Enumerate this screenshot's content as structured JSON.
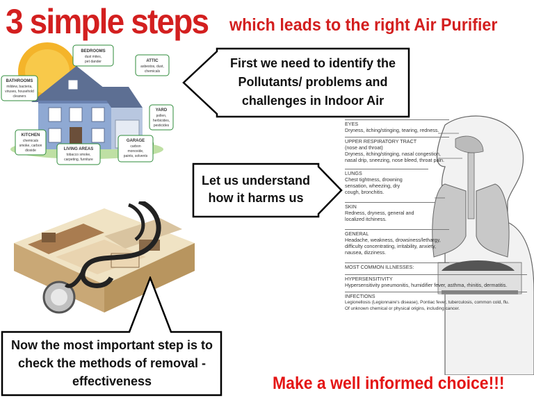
{
  "title": {
    "main": "3 simple steps",
    "sub": "which leads to the right Air Purifier"
  },
  "callouts": {
    "step1": [
      "First we need to identify the",
      "Pollutants/ problems and",
      "challenges in Indoor Air"
    ],
    "step2": [
      "Let us understand",
      "how it harms us"
    ],
    "step3": [
      "Now the most important step is to",
      "check the methods of removal -",
      "effectiveness"
    ]
  },
  "house_labels": {
    "bedrooms": {
      "title": "BEDROOMS",
      "lines": [
        "dust mites,",
        "pet dander"
      ]
    },
    "attic": {
      "title": "ATTIC",
      "lines": [
        "asbestos, dust,",
        "chemicals"
      ]
    },
    "bathrooms": {
      "title": "BATHROOMS",
      "lines": [
        "mildew, bacteria,",
        "viruses, household",
        "cleaners"
      ]
    },
    "yard": {
      "title": "YARD",
      "lines": [
        "pollen,",
        "herbicides,",
        "pesticides"
      ]
    },
    "kitchen": {
      "title": "KITCHEN",
      "lines": [
        "chemicals",
        "smoke, carbon",
        "dioxide"
      ]
    },
    "living": {
      "title": "LIVING AREAS",
      "lines": [
        "tobacco smoke,",
        "carpeting, furniture"
      ]
    },
    "garage": {
      "title": "GARAGE",
      "lines": [
        "carbon",
        "monoxide,",
        "paints, solvents"
      ]
    }
  },
  "health": [
    {
      "head": "EYES",
      "lines": [
        "Dryness, itching/stinging, tearing, redness."
      ]
    },
    {
      "head": "UPPER RESPIRATORY TRACT",
      "lines": [
        "(nose and throat)",
        "Dryness, itching/stinging, nasal congestion,",
        "nasal drip, sneezing, nose bleed, throat pain."
      ]
    },
    {
      "head": "LUNGS",
      "lines": [
        "Chest tightness, drowning",
        "sensation, wheezing, dry",
        "cough, bronchitis."
      ]
    },
    {
      "head": "SKIN",
      "lines": [
        "Redness, dryness, general and",
        "localized itchiness."
      ]
    },
    {
      "head": "GENERAL",
      "lines": [
        "Headache, weakness, drowsiness/lethargy,",
        "difficulty concentrating, irritability, anxiety,",
        "nausea, dizziness."
      ]
    },
    {
      "head": "MOST COMMON ILLNESSES:",
      "lines": []
    },
    {
      "head": "HYPERSENSITIVITY",
      "lines": [
        "Hypersensitivity pneumonitis, humidifier fever, asthma, rhinitis, dermatitis."
      ]
    },
    {
      "head": "INFECTIONS",
      "lines": [
        "Legionellosis (Legionnaire's disease), Pontiac fever, tuberculosis, common cold, flu.",
        "Of unknown chemical or physical origins, including cancer."
      ]
    }
  ],
  "footer": {
    "choice": "Make a well informed choice!!!"
  },
  "colors": {
    "title_red": "#d31f1f",
    "choice_red": "#e41515",
    "green_label": "#2e8b3a",
    "house_blue": "#7d9cc9"
  }
}
